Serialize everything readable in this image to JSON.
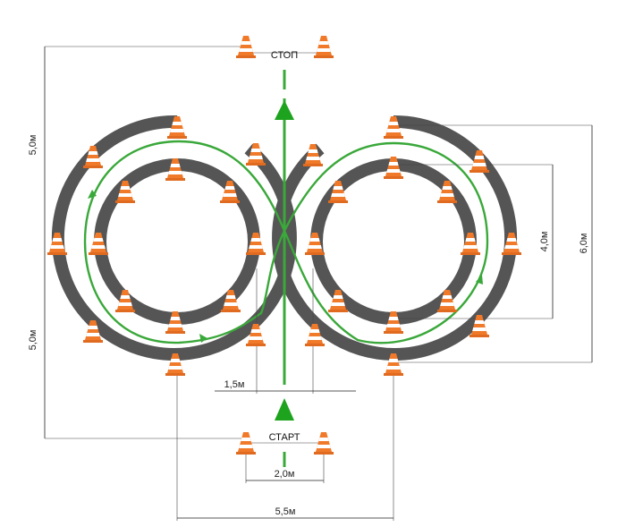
{
  "labels": {
    "stop": "СТОП",
    "start": "СТАРТ"
  },
  "dimensions": {
    "upper_half": "5,0м",
    "lower_half": "5,0м",
    "inner_diameter": "4,0м",
    "outer_diameter": "6,0м",
    "ring_gap": "1,5м",
    "gate_width": "2,0м",
    "center_distance": "5,5м"
  },
  "colors": {
    "track": "#555555",
    "path": "#3aa83a",
    "arrow": "#1ea31e",
    "cone_orange": "#f07a2a",
    "cone_white": "#ffffff"
  },
  "icons": {
    "cone": "traffic-cone-icon",
    "arrow": "arrow-up-icon"
  }
}
